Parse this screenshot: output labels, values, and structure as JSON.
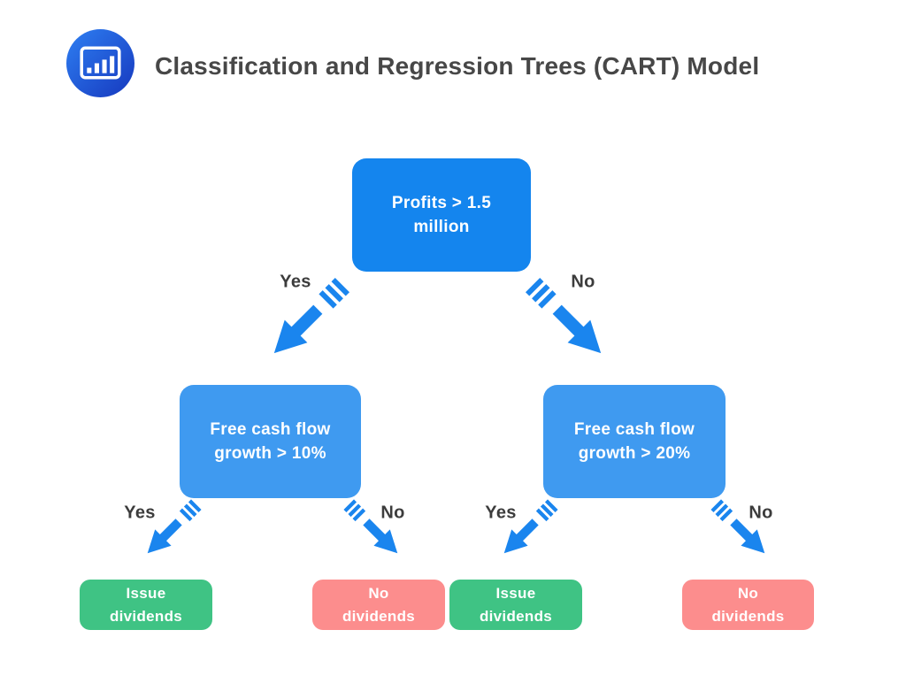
{
  "header": {
    "logo_icon": "bar-chart-icon",
    "title": "Classification and Regression Trees (CART) Model"
  },
  "colors": {
    "background": "#ffffff",
    "title_text": "#474747",
    "condition_label": "#3c3c3c",
    "node_text": "#ffffff",
    "root_node": "#1485ee",
    "branch_node": "#3f9af0",
    "yes_leaf": "#3fc384",
    "no_leaf": "#fc8d8d",
    "arrow": "#1a85ee",
    "logo_gradient_start": "#2e7ff2",
    "logo_gradient_end": "#1638be"
  },
  "tree": {
    "root": {
      "label": [
        "Profits > 1.5",
        "million"
      ]
    },
    "branches": [
      {
        "condition_label": "Yes",
        "node_label": [
          "Free cash flow",
          "growth > 10%"
        ],
        "leaves": [
          {
            "condition_label": "Yes",
            "label": [
              "Issue",
              "dividends"
            ],
            "type": "positive"
          },
          {
            "condition_label": "No",
            "label": [
              "No",
              "dividends"
            ],
            "type": "negative"
          }
        ]
      },
      {
        "condition_label": "No",
        "node_label": [
          "Free cash flow",
          "growth > 20%"
        ],
        "leaves": [
          {
            "condition_label": "Yes",
            "label": [
              "Issue",
              "dividends"
            ],
            "type": "positive"
          },
          {
            "condition_label": "No",
            "label": [
              "No",
              "dividends"
            ],
            "type": "negative"
          }
        ]
      }
    ]
  }
}
